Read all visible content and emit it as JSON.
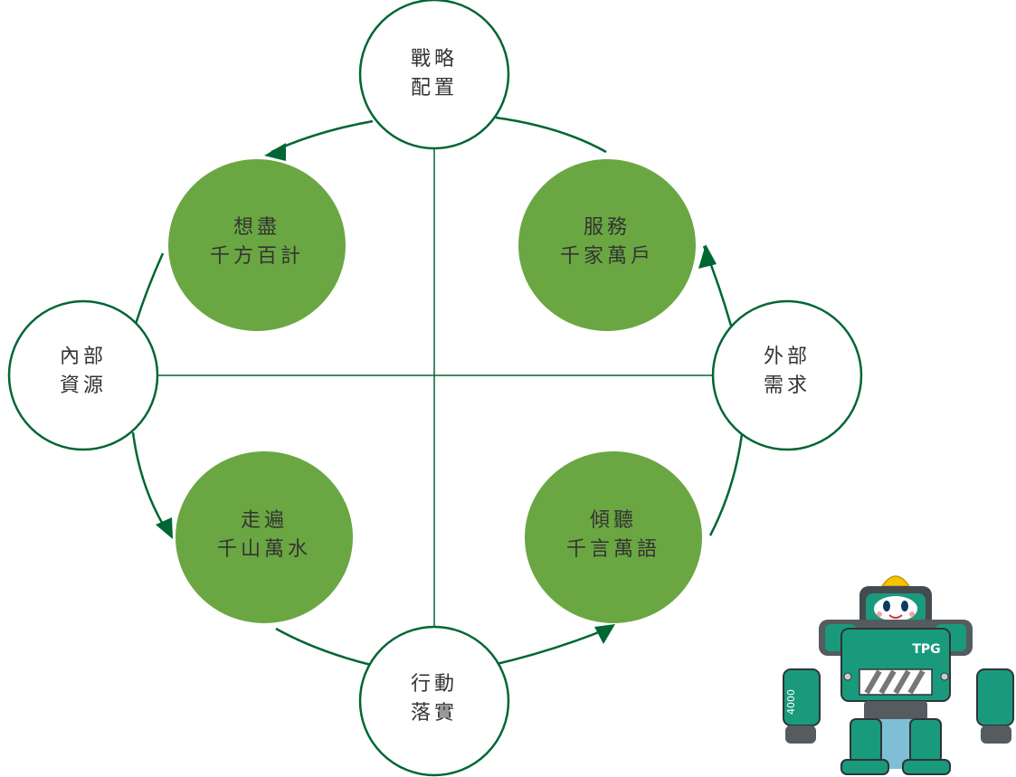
{
  "colors": {
    "accent_green": "#006633",
    "fill_green": "#6aa743",
    "node_stroke": "#006633",
    "robot_teal": "#1a9a7c"
  },
  "nodes": {
    "top": {
      "line1": "戰略",
      "line2": "配置"
    },
    "left": {
      "line1": "內部",
      "line2": "資源"
    },
    "right": {
      "line1": "外部",
      "line2": "需求"
    },
    "bottom": {
      "line1": "行動",
      "line2": "落實"
    }
  },
  "quadrants": {
    "top_left": {
      "line1": "想盡",
      "line2": "千方百計"
    },
    "top_right": {
      "line1": "服務",
      "line2": "千家萬戶"
    },
    "bottom_left": {
      "line1": "走遍",
      "line2": "千山萬水"
    },
    "bottom_right": {
      "line1": "傾聽",
      "line2": "千言萬語"
    }
  },
  "mascot": {
    "chest_text": "TPG",
    "arm_text": "4000"
  }
}
